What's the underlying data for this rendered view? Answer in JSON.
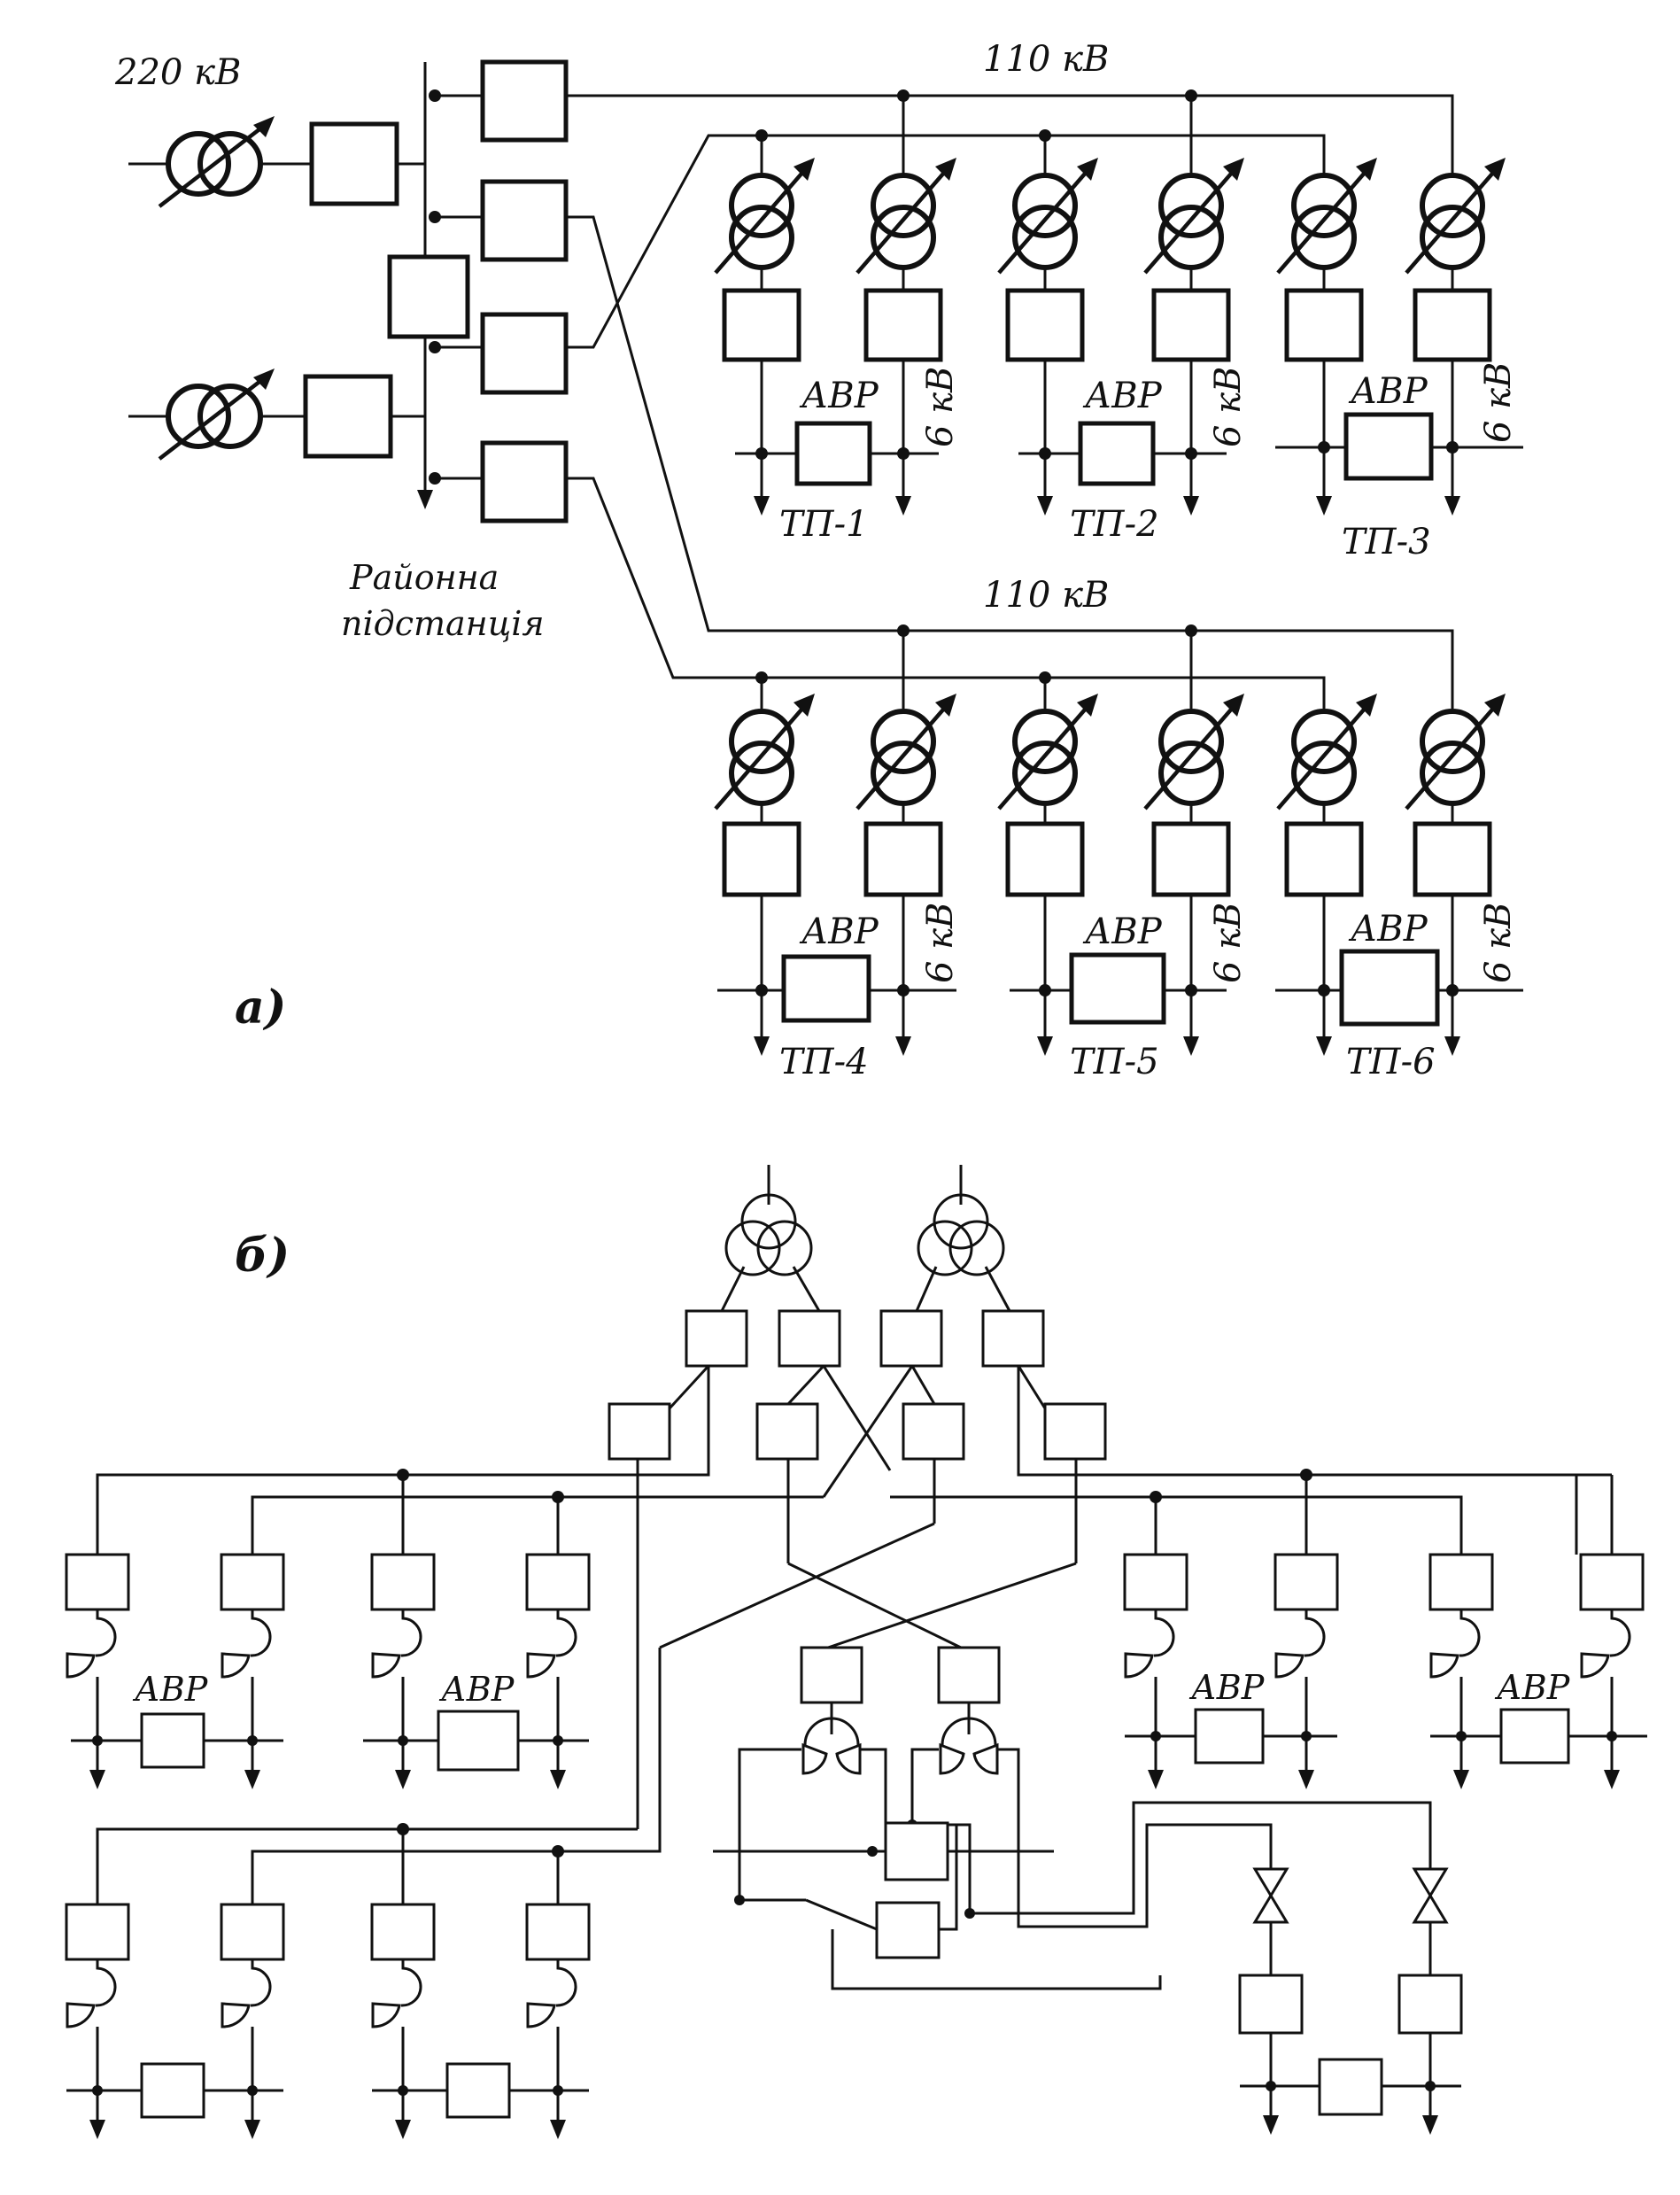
{
  "diagram_a": {
    "panel_label": "а)",
    "input_voltage": "220 кВ",
    "substation_line1": "Районна",
    "substation_line2": "підстанція",
    "bus_voltage_top": "110 кВ",
    "bus_voltage_bottom": "110 кВ",
    "avr_label": "АВР",
    "secondary_voltage": "6 кВ",
    "tp_labels": [
      "ТП-1",
      "ТП-2",
      "ТП-3",
      "ТП-4",
      "ТП-5",
      "ТП-6"
    ]
  },
  "diagram_b": {
    "panel_label": "б)",
    "avr_label": "АВР"
  }
}
